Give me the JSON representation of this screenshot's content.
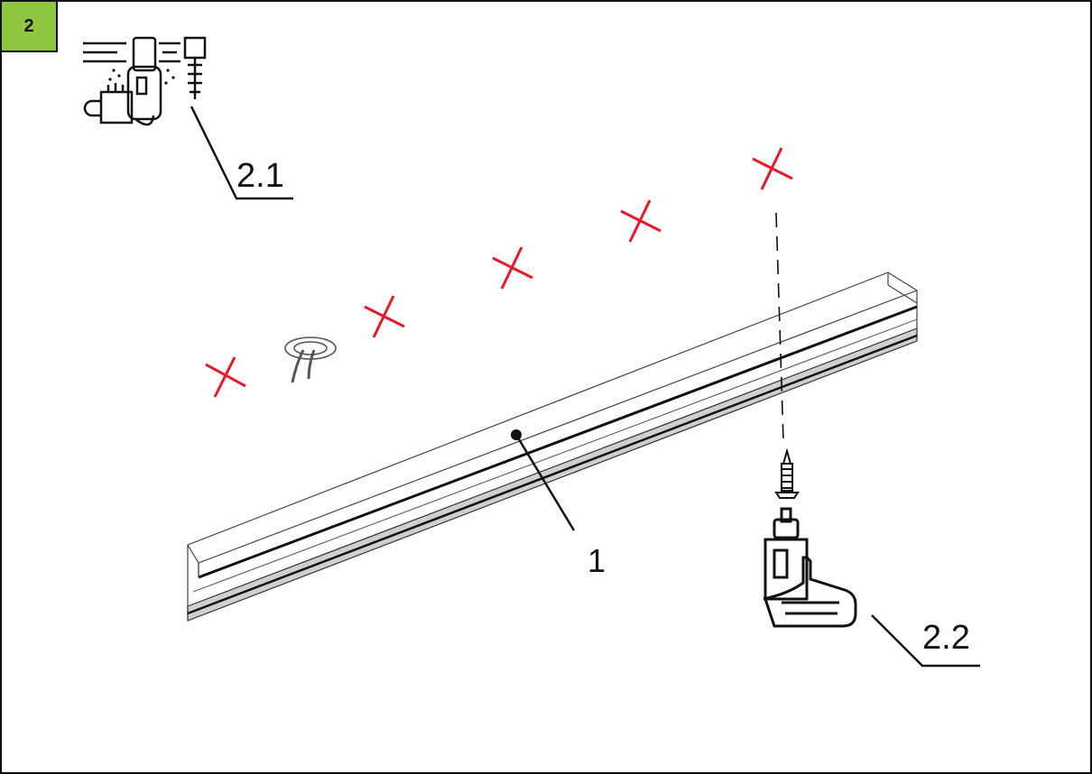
{
  "step": {
    "number": "2"
  },
  "labels": {
    "drill_anchor": "2.1",
    "screw_drill": "2.2",
    "profile": "1"
  },
  "colors": {
    "badge": "#8ec63f",
    "marks": "#e8192c",
    "lines": "#111111"
  },
  "icons": [
    "drill-with-wall-plug-icon",
    "power-drill-icon",
    "screw-icon",
    "ceiling-cable-outlet-icon"
  ]
}
